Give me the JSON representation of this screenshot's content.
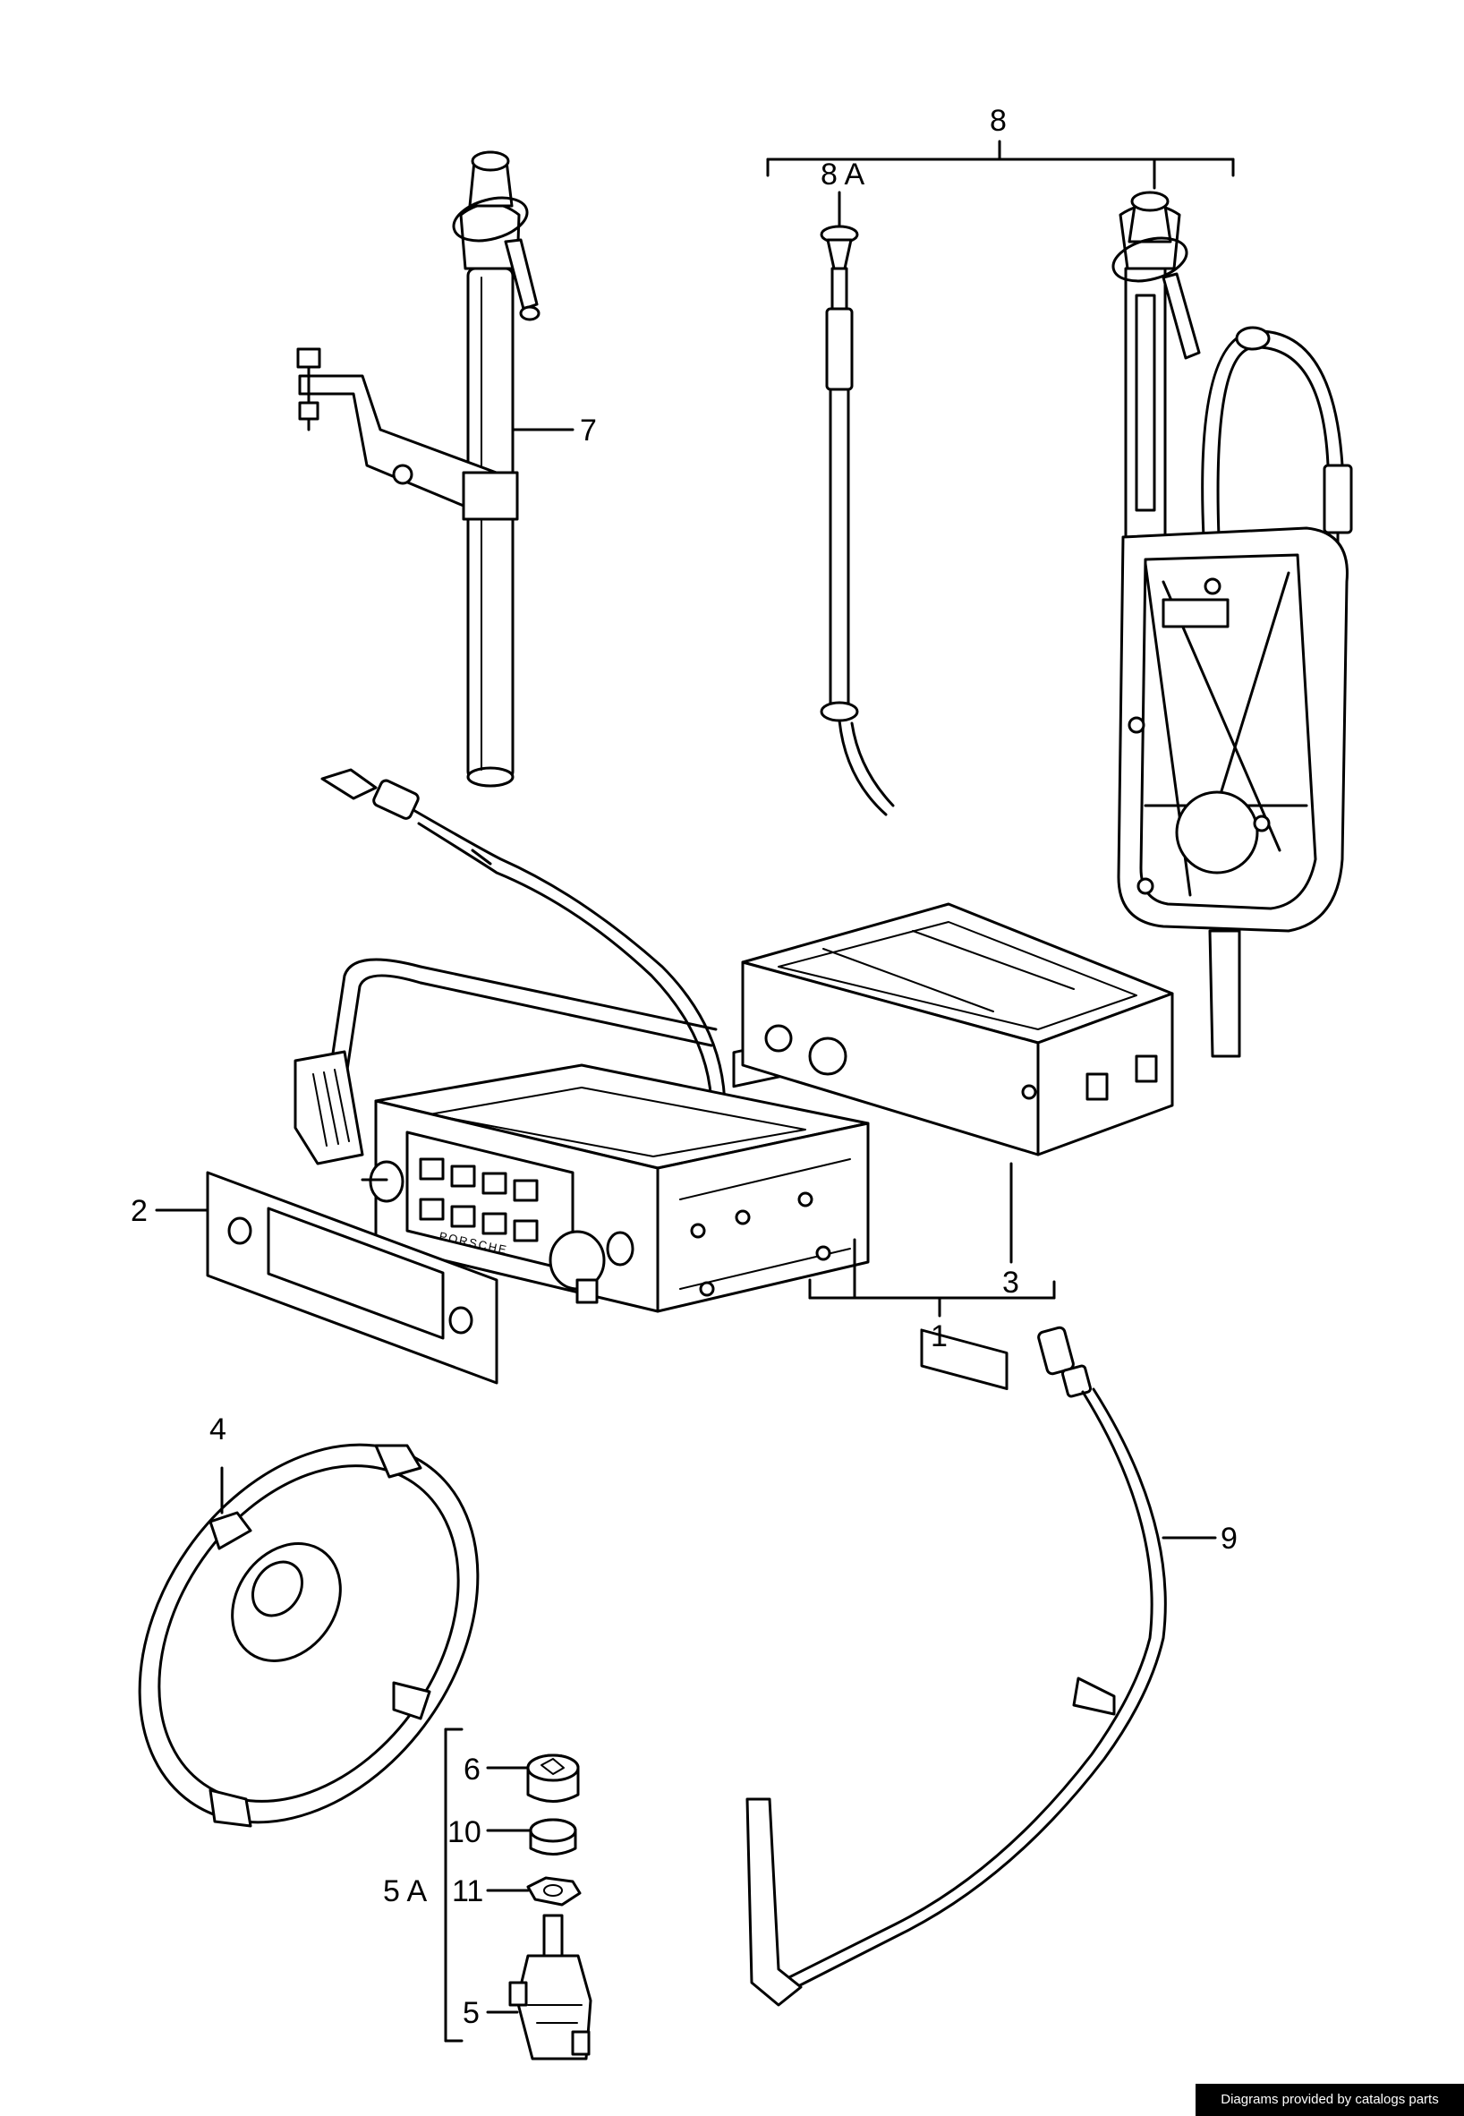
{
  "callouts": {
    "c1": "1",
    "c2": "2",
    "c3": "3",
    "c4": "4",
    "c5": "5",
    "c5a": "5 A",
    "c6": "6",
    "c7": "7",
    "c8": "8",
    "c8a": "8 A",
    "c9": "9",
    "c10": "10",
    "c11": "11"
  },
  "radio_brand": "PORSCHE",
  "footer": "Diagrams provided by catalogs parts"
}
